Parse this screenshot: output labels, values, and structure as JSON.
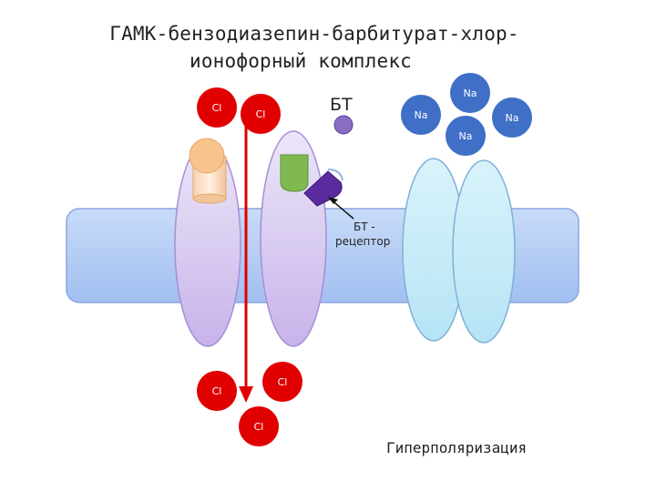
{
  "title": {
    "line1": "ГАМК-бензодиазепин-барбитурат-хлор-",
    "line2": "ионофорный комплекс"
  },
  "labels": {
    "bt": "БТ",
    "bt_receptor_line1": "БТ -",
    "bt_receptor_line2": "рецептор",
    "hyperpolarization": "Гиперполяризация"
  },
  "ions": {
    "cl_top_left": "Cl",
    "cl_top_right": "Cl",
    "na_top": "Na",
    "na_left": "Na",
    "na_right": "Na",
    "na_bottom": "Na",
    "cl_bottom_left": "Cl",
    "cl_bottom_right": "Cl",
    "cl_bottom_center": "Cl"
  },
  "colors": {
    "chloride": "#e00000",
    "sodium": "#3f6fc6",
    "membrane": "#aec8f5",
    "gaba_channel": "#d8cdf2",
    "na_channel": "#c6ecf8",
    "arrow": "#e00000",
    "bt_molecule": "#8a6cc0",
    "bt_receptor": "#5a2b9e",
    "gaba_site": "#7fb84e"
  }
}
